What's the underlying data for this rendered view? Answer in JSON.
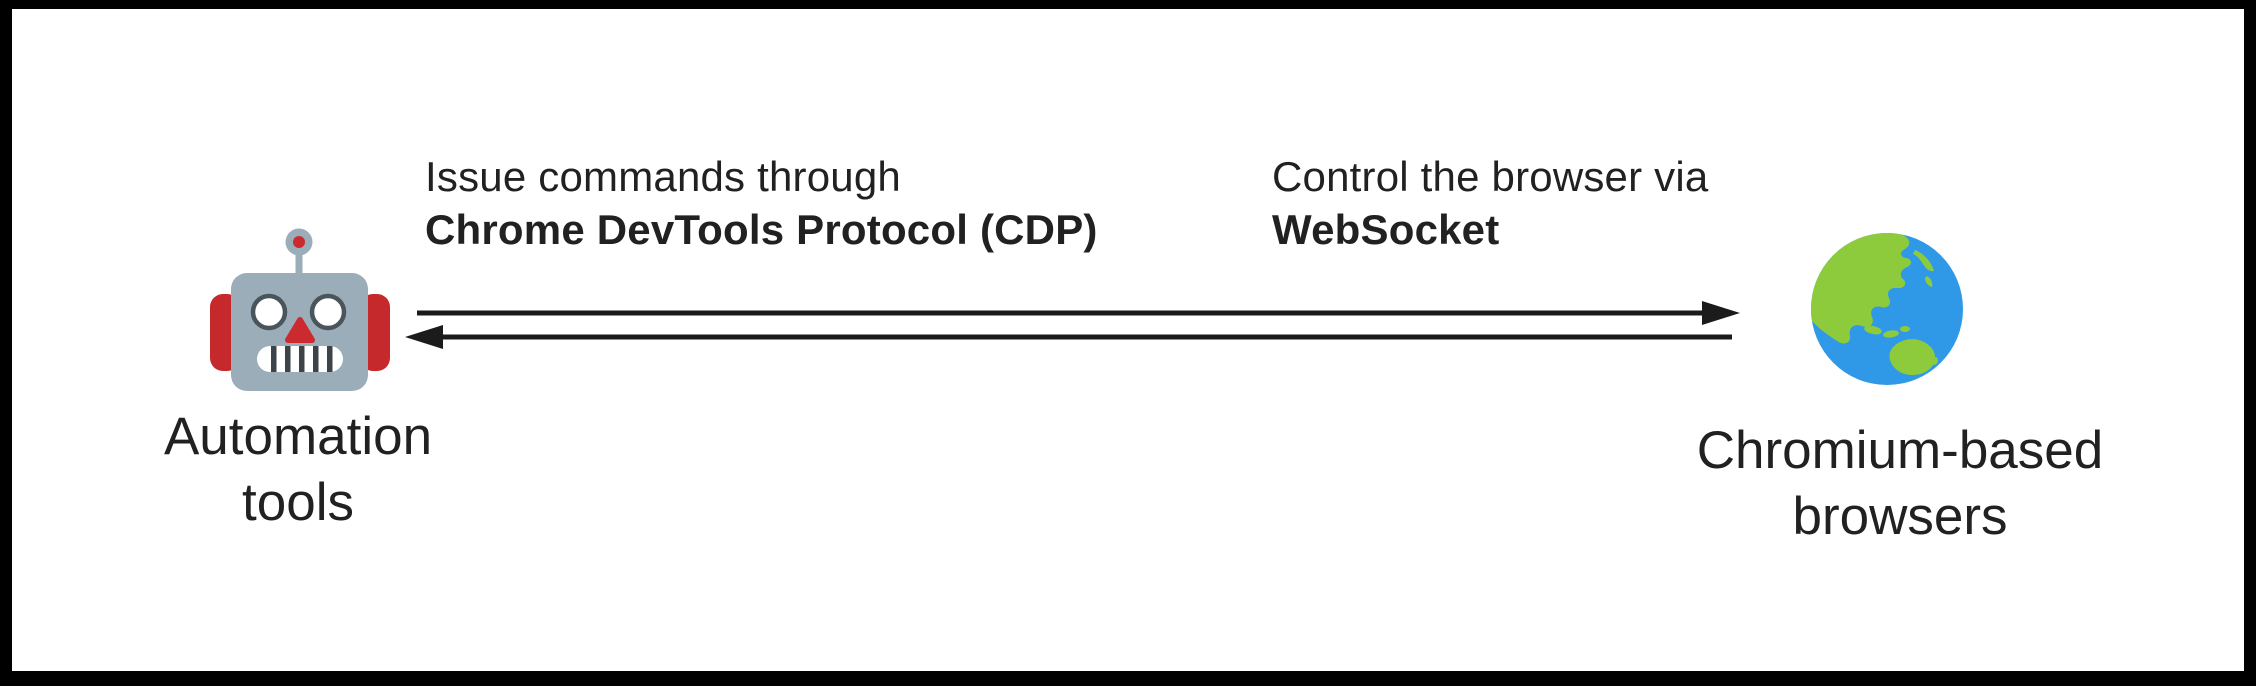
{
  "diagram": {
    "title": "CDP automation flow",
    "nodes": {
      "left": {
        "icon": "robot-icon",
        "label_line1": "Automation",
        "label_line2": "tools"
      },
      "right": {
        "icon": "globe-asia-australia-icon",
        "label_line1": "Chromium-based",
        "label_line2": "browsers"
      }
    },
    "connections": {
      "forward": {
        "direction": "left-to-right",
        "description_line1": "Issue commands through",
        "description_line2": "Chrome DevTools Protocol (CDP)"
      },
      "reverse": {
        "direction": "right-to-left",
        "description_line1": "Control the browser via",
        "description_line2": "WebSocket"
      }
    },
    "colors": {
      "frame_border": "#000000",
      "background": "#ffffff",
      "text": "#212121",
      "arrow": "#1b1b1b",
      "robot_head": "#9aadb9",
      "robot_accent_red": "#c6292b",
      "robot_eye_outline": "#4a545b",
      "globe_ocean": "#2f99e8",
      "globe_land": "#8ecb3c"
    }
  }
}
